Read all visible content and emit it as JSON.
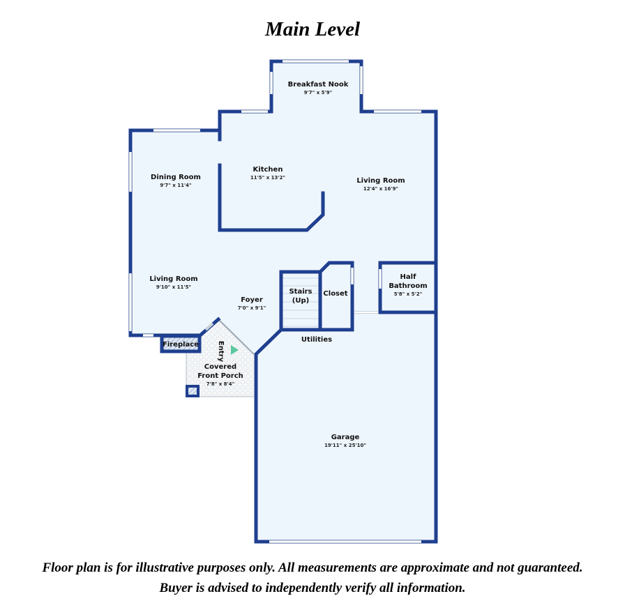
{
  "title": "Main Level",
  "disclaimer": "Floor plan is for illustrative purposes only. All measurements are approximate and not guaranteed. Buyer is advised to independently verify all information.",
  "colors": {
    "wall": "#1f3f8f",
    "floor": "#eef6fd",
    "entry_arrow": "#5cc8a0"
  },
  "rooms": {
    "breakfast_nook": {
      "name": "Breakfast Nook",
      "dims": "9'7\" x 5'9\""
    },
    "kitchen": {
      "name": "Kitchen",
      "dims": "11'5\" x 13'2\""
    },
    "dining_room": {
      "name": "Dining Room",
      "dims": "9'7\" x 11'4\""
    },
    "living_room_right": {
      "name": "Living Room",
      "dims": "12'4\" x 16'9\""
    },
    "living_room_left": {
      "name": "Living Room",
      "dims": "9'10\" x 11'5\""
    },
    "foyer": {
      "name": "Foyer",
      "dims": "7'0\" x 9'1\""
    },
    "stairs": {
      "name": "Stairs",
      "name2": "(Up)"
    },
    "closet": {
      "name": "Closet"
    },
    "half_bathroom": {
      "name": "Half",
      "name2": "Bathroom",
      "dims": "5'8\" x 5'2\""
    },
    "utilities": {
      "name": "Utilities"
    },
    "fireplace": {
      "name": "Fireplace"
    },
    "entry": {
      "name": "Entry"
    },
    "porch": {
      "name": "Covered",
      "name2": "Front Porch",
      "dims": "7'8\" x 8'4\""
    },
    "garage": {
      "name": "Garage",
      "dims": "19'11\" x 25'10\""
    }
  }
}
